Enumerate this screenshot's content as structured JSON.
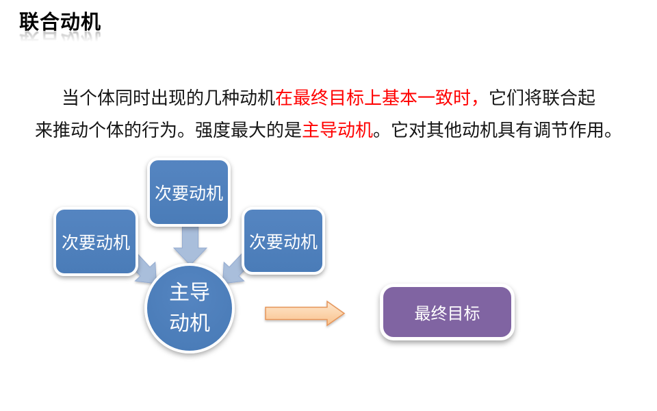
{
  "slide": {
    "title": "联合动机",
    "paragraph": {
      "line1": {
        "seg1": "当个体同时出现的几种动机",
        "seg2_red": "在最终目标上基本一致时，",
        "seg3": "它们将联合起"
      },
      "line2": {
        "seg1": "来推动个体的行为。强度最大的是",
        "seg2_red": "主导动机",
        "seg3": "。它对其他动机具有调节作用。"
      }
    },
    "diagram": {
      "secondary_boxes": [
        "次要动机",
        "次要动机",
        "次要动机"
      ],
      "dominant_circle": {
        "line1": "主导",
        "line2": "动机"
      },
      "goal_box": "最终目标",
      "icons": {
        "converge_arrows": "light-blue block arrows pointing into circle",
        "result_arrow": "orange right block arrow"
      }
    },
    "colors": {
      "shape_blue": "#4E81BD",
      "arrow_light_blue": "#A9BEDB",
      "goal_purple": "#8064A2",
      "orange_arrow_fill": "#FBCFA3",
      "orange_arrow_stroke": "#E5955A",
      "highlight_red": "#FF0000",
      "title_black": "#000000"
    }
  }
}
